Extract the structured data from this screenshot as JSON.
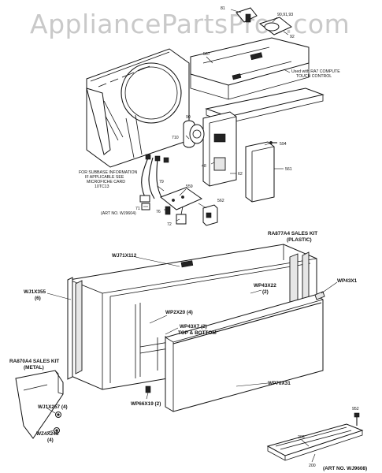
{
  "watermark": "AppliancePartsPros.com",
  "labels": {
    "l81": "81",
    "l90": "90,91,93",
    "l92": "92",
    "l567": "567",
    "note_model_1": "Used with RA7 COMPUTE",
    "note_model_2": "TOUCH CONTROL",
    "l90b": "90",
    "l710": "710",
    "l594": "594",
    "l48": "48",
    "l62": "62",
    "l561": "561",
    "subbase_1": "FOR SUBBASE INFORMATION",
    "subbase_2": "IF APPLICABLE SEE",
    "subbase_3": "MICROFICHE CARD",
    "subbase_4": "10TC13",
    "l79": "79",
    "l559": "559",
    "l562": "562",
    "l71": "71",
    "l76": "76",
    "l72": "72",
    "art_top": "(ART NO. WJ9604)",
    "sales_plastic_1": "RA877A4 SALES KIT",
    "sales_plastic_2": "(PLASTIC)",
    "wj71x112": "WJ71X112",
    "wp43x22": "WP43X22",
    "wp43x22_qty": "(2)",
    "wp43x1": "WP43X1",
    "wj1x355": "WJ1X355",
    "wj1x355_qty": "(6)",
    "wp2x20": "WP2X20 (4)",
    "wp43x7_1": "WP43X7 (2)",
    "wp43x7_2": "TOP & BOTTOM",
    "sales_metal_1": "RA870A4 SALES KIT",
    "sales_metal_2": "(METAL)",
    "wj1x257": "WJ1X257 (4)",
    "wz4x248": "WZ4X248",
    "wz4x248_qty": "(4)",
    "wp66x19": "WP66X19 (2)",
    "wp70x31": "WP70X31",
    "l952": "952",
    "l205": "205",
    "l200": "200",
    "art_bottom": "(ART NO. WJ9608)"
  }
}
